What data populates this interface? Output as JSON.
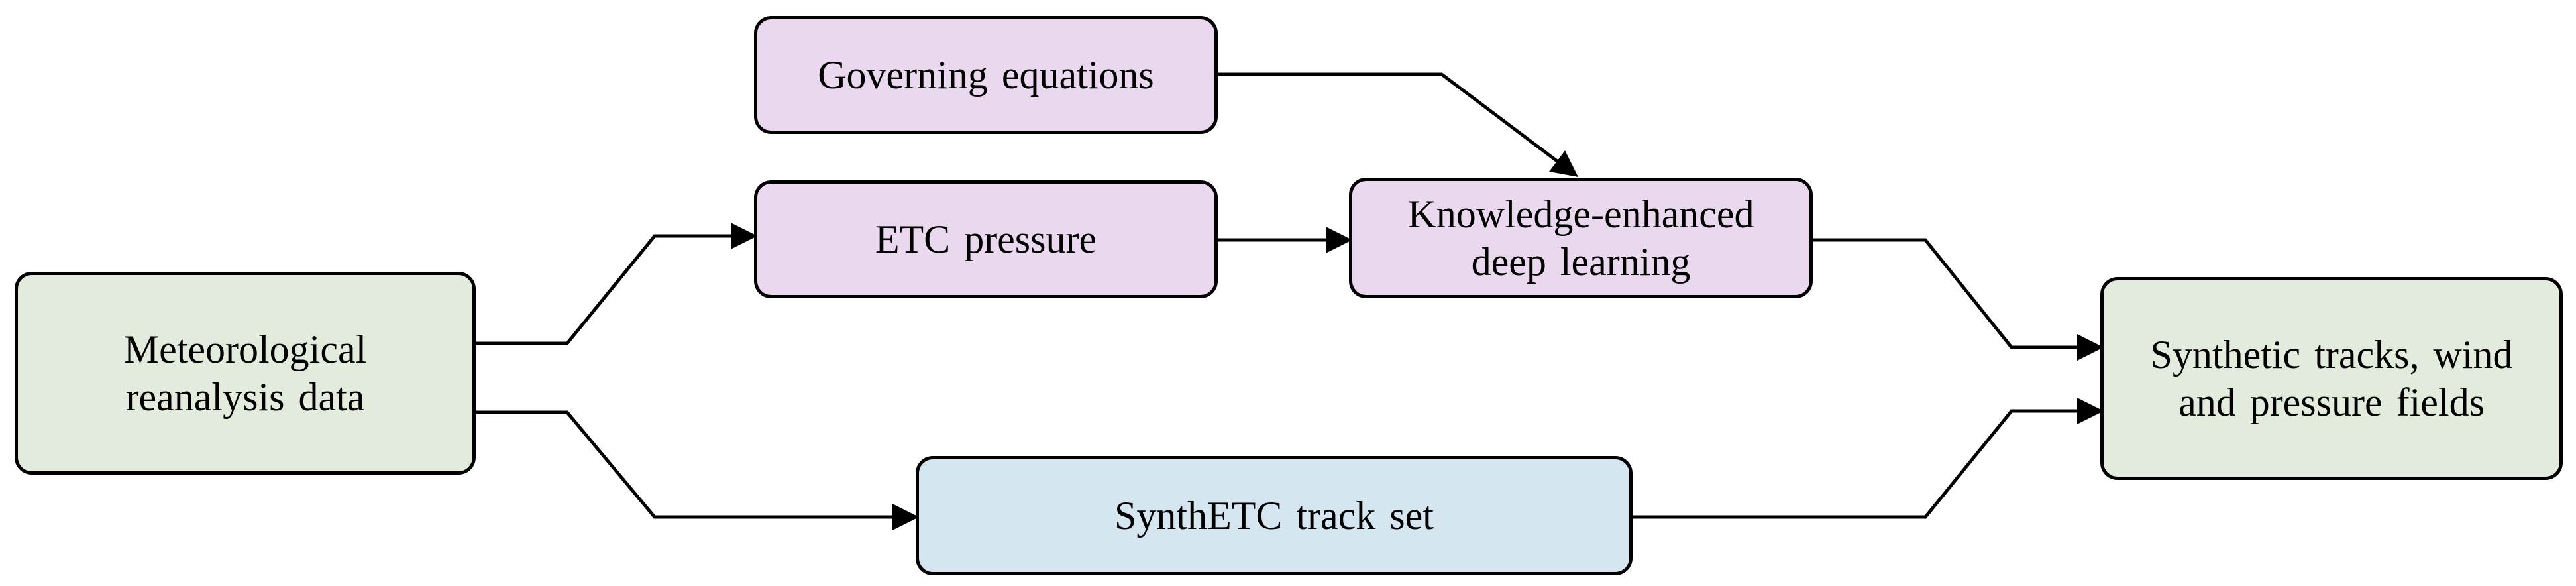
{
  "diagram": {
    "nodes": {
      "meteo": "Meteorological\nreanalysis data",
      "govern": "Governing equations",
      "etc": "ETC pressure",
      "know": "Knowledge-enhanced\ndeep learning",
      "synth": "SynthETC track set",
      "output": "Synthetic tracks, wind\nand pressure fields"
    },
    "edges": [
      {
        "from": "meteo",
        "to": "etc"
      },
      {
        "from": "meteo",
        "to": "synth"
      },
      {
        "from": "govern",
        "to": "know"
      },
      {
        "from": "etc",
        "to": "know"
      },
      {
        "from": "know",
        "to": "output"
      },
      {
        "from": "synth",
        "to": "output"
      }
    ],
    "colors": {
      "purple_fill": "#ead9ee",
      "green_fill": "#e3ecdc",
      "blue_fill": "#d6e6f1",
      "stroke": "#000000"
    }
  }
}
